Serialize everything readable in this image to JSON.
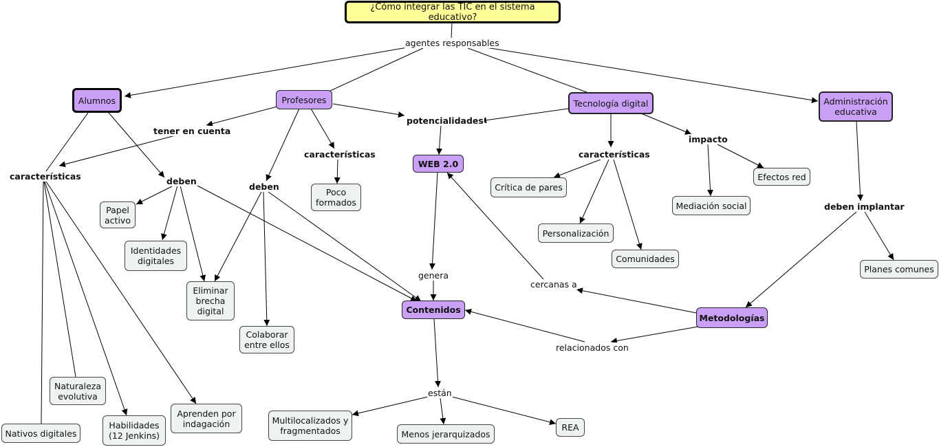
{
  "colors": {
    "title_fill": "#ffff99",
    "concept_fill": "#c9a0f5",
    "leaf_fill": "#eef2f2",
    "line": "#000000"
  },
  "nodes": {
    "title": "¿Cómo integrar las TIC en el sistema educativo?",
    "alumnos": "Alumnos",
    "profesores": "Profesores",
    "tecnologia": "Tecnología digital",
    "administracion": "Administración educativa",
    "web20": "WEB 2.0",
    "contenidos": "Contenidos",
    "metodologias": "Metodologías",
    "papel_activo": "Papel activo",
    "identidades": "Identidades digitales",
    "eliminar_brecha": "Eliminar brecha digital",
    "colaborar": "Colaborar entre ellos",
    "poco_formados": "Poco formados",
    "critica_pares": "Crítica de pares",
    "personalizacion": "Personalización",
    "comunidades": "Comunidades",
    "mediacion": "Mediación social",
    "efectos_red": "Efectos red",
    "planes_comunes": "Planes comunes",
    "naturaleza": "Naturaleza evolutiva",
    "nativos": "Nativos digitales",
    "habilidades": "Habilidades (12 Jenkins)",
    "aprenden": "Aprenden por indagación",
    "multilocalizados": "Multilocalizados y fragmentados",
    "menos_jerarquizados": "Menos jerarquizados",
    "rea": "REA"
  },
  "labels": {
    "agentes": "agentes responsables",
    "tener_en_cuenta": "tener en cuenta",
    "potencialidades": "potencialidades",
    "caracteristicas_alumnos": "características",
    "deben_alumnos": "deben",
    "deben_profesores": "deben",
    "caracteristicas_profesores": "características",
    "caracteristicas_tecnologia": "características",
    "impacto": "impacto",
    "deben_implantar": "deben implantar",
    "genera": "genera",
    "cercanas_a": "cercanas a",
    "relacionados_con": "relacionados con",
    "estan": "están"
  }
}
